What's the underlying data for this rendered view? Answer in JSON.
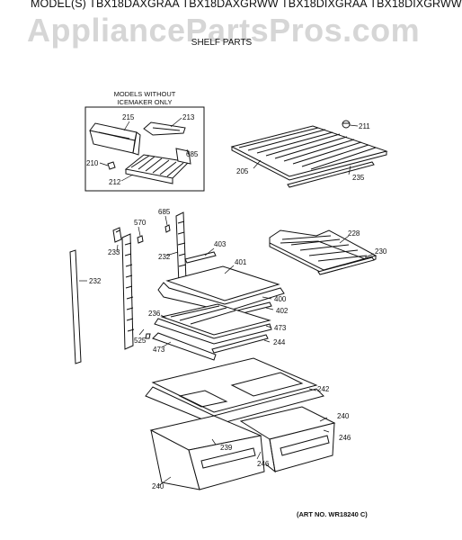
{
  "header": {
    "title": "MODEL(S) TBX18DAXGRAA  TBX18DAXGRWW  TBX18DIXGRAA  TBX18DIXGRWW",
    "section": "SHELF PARTS"
  },
  "watermark": "AppliancePartsPros.com",
  "inset_box": {
    "line1": "MODELS WITHOUT",
    "line2": "ICEMAKER ONLY"
  },
  "art_number": "(ART NO. WR18240 C)",
  "callouts": {
    "c215": "215",
    "c213": "213",
    "c685a": "685",
    "c210": "210",
    "c212": "212",
    "c211": "211",
    "c205": "205",
    "c235": "235",
    "c570": "570",
    "c685b": "685",
    "c233": "233",
    "c403": "403",
    "c232a": "232",
    "c232b": "232",
    "c228": "228",
    "c230": "230",
    "c401": "401",
    "c400": "400",
    "c402": "402",
    "c236": "236",
    "c473a": "473",
    "c525": "525",
    "c473b": "473",
    "c244": "244",
    "c242": "242",
    "c240a": "240",
    "c246a": "246",
    "c239": "239",
    "c246b": "246",
    "c240b": "240"
  }
}
